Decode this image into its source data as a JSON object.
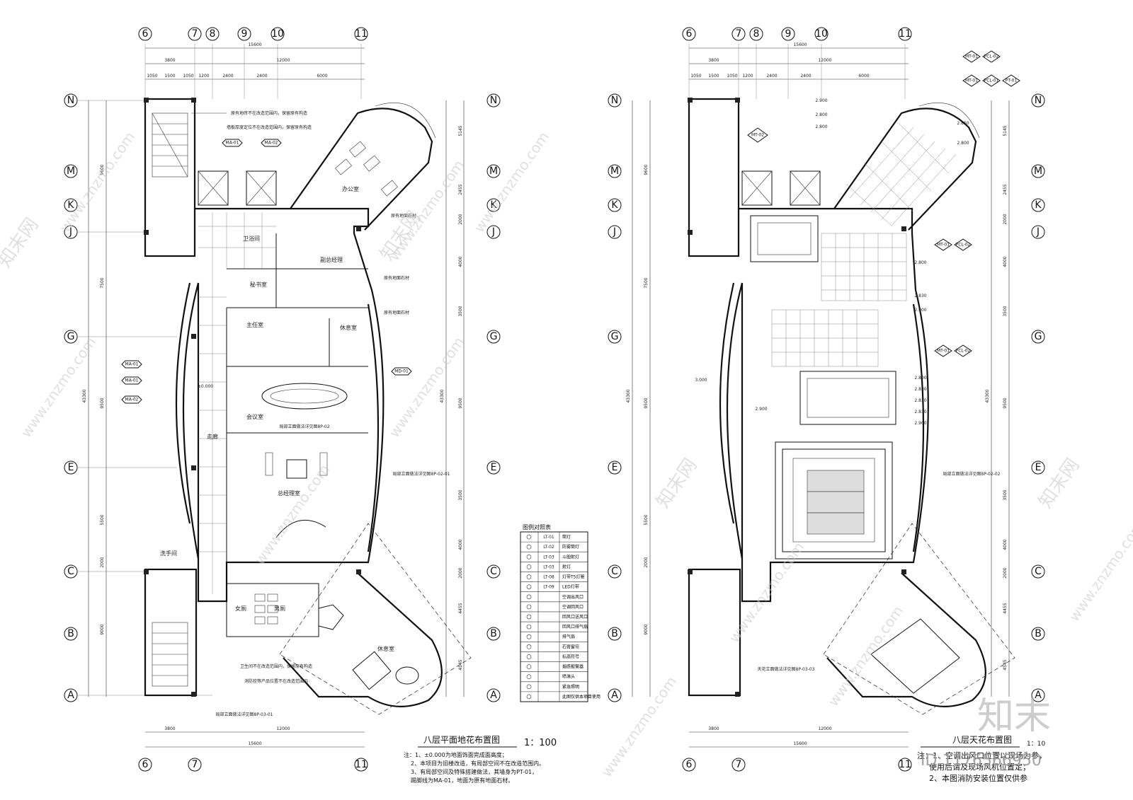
{
  "left_plan": {
    "title": "八层平面地花布置图",
    "scale": "1：100",
    "notes": [
      "注：1、±0.000为地面饰面完成面高度；",
      "2、本项目为旧楼改造，有局部空间不在改造范围内。",
      "3、有局部空间及特殊搭建做法，其墙身为PT-01，",
      "踢脚线为MA-01，地面为原有地面石材。"
    ],
    "rooms": [
      "办公室",
      "卫浴间",
      "副总经理",
      "秘书室",
      "主任室",
      "休息室",
      "会议室",
      "总经理室",
      "洗手间",
      "男厕",
      "女厕",
      "休息室",
      "走廊"
    ],
    "annotations": [
      "原有地砖不在改造范围内，保留原有构造",
      "墙板厚度定位不在改造范围内，保留原有构造",
      "原有地面石材",
      "原有地面石材",
      "原有地面石材",
      "局部立面做法详见图8P-02-01",
      "局部立面做法详见图8P-03-01",
      "卫生间不在改造范围内，保留原有构造",
      "消防栓等产品位置不在改造范围内",
      "局部立面做法详见图8P-02"
    ],
    "tags": [
      "MA-01",
      "MA-02",
      "MA-01",
      "MA-01",
      "MA-02",
      "MD-01"
    ],
    "level": "±0.000"
  },
  "right_plan": {
    "title": "八层天花布置图",
    "scale": "1：10",
    "notes": [
      "注：1、空调出风口位置以现场为参，",
      "使用后请及现场风机位置定；",
      "2、本图消防安装位置仅供参"
    ],
    "tags": [
      "MT-01",
      "PCL-02",
      "MT-01",
      "PCL-01",
      "PT-01",
      "MT-02",
      "MT-01",
      "PCL-02",
      "MT-01",
      "PCL-02"
    ],
    "heights": [
      "2.900",
      "2.800",
      "2.800",
      "2.850",
      "2.800",
      "2.800",
      "3.000",
      "2.900",
      "2.900",
      "2.800",
      "2.830",
      "2.830",
      "2.830",
      "2.830",
      "2.900"
    ],
    "annotations": [
      "局部立面做法详见图8P-02-02",
      "天花立面做法详见图8P-03-03"
    ]
  },
  "axes": {
    "columns": [
      "6",
      "7",
      "8",
      "9",
      "10",
      "11"
    ],
    "rows": [
      "N",
      "M",
      "K",
      "J",
      "G",
      "E",
      "C",
      "B",
      "A"
    ]
  },
  "dimensions": {
    "top_total": "15600",
    "top_segments_1": [
      "3800",
      "12000"
    ],
    "top_segments_2": [
      "1050",
      "1500",
      "1050",
      "1200",
      "2400",
      "2400",
      "6000"
    ],
    "bottom_total": "15600",
    "bottom_segments": [
      "3800",
      "12000"
    ],
    "left_segments": [
      "9600",
      "7500",
      "9500",
      "5500",
      "2000",
      "9000"
    ],
    "left_total": "43300",
    "right_segments": [
      "5145",
      "2455",
      "2000",
      "4000",
      "3500",
      "9500",
      "3500",
      "4000",
      "2000",
      "4455",
      "4545"
    ],
    "right_total": "43300"
  },
  "legend": {
    "title": "图例对照表",
    "rows": [
      {
        "code": "LT-01",
        "label": "筒灯"
      },
      {
        "code": "LT-02",
        "label": "防雾筒灯"
      },
      {
        "code": "LT-03",
        "label": "斗胆射灯"
      },
      {
        "code": "LT-03",
        "label": "射灯"
      },
      {
        "code": "LT-08",
        "label": "灯带T5灯管"
      },
      {
        "code": "LT-09",
        "label": "LED灯带"
      },
      {
        "code": "",
        "label": "空调出风口"
      },
      {
        "code": "",
        "label": "空调回风口"
      },
      {
        "code": "",
        "label": "回风口送风口"
      },
      {
        "code": "",
        "label": "回风口排气扇"
      },
      {
        "code": "",
        "label": "排气扇"
      },
      {
        "code": "",
        "label": "石膏窗帘"
      },
      {
        "code": "",
        "label": "标高符号"
      },
      {
        "code": "",
        "label": "烟感报警器"
      },
      {
        "code": "",
        "label": "喷淋头"
      },
      {
        "code": "",
        "label": "紧急照明"
      },
      {
        "code": "",
        "label": "此图仅供本项目使用"
      }
    ]
  },
  "watermark": {
    "site": "www.znzmo.com",
    "brand": "知末网",
    "logo": "知末",
    "id": "ID:1176566950"
  },
  "colors": {
    "line": "#111111",
    "watermark": "#c8c8c8",
    "background": "#ffffff"
  }
}
